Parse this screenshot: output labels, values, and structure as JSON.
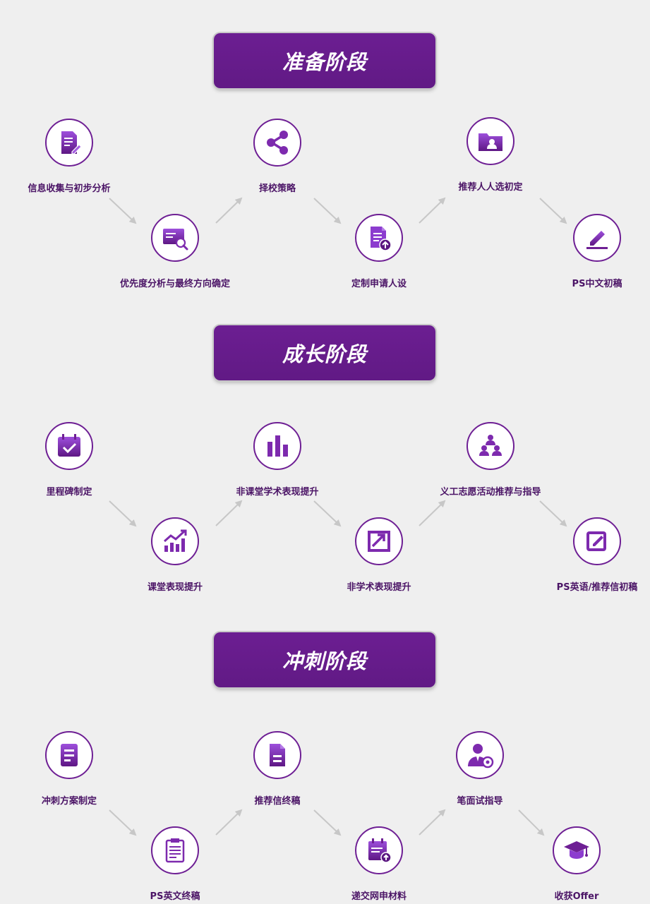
{
  "colors": {
    "primary": "#611a85",
    "accent": "#8c3ccf",
    "label": "#4b1466",
    "arrow": "#c7c7c7",
    "background": "#efefef"
  },
  "stages": [
    {
      "title": "准备阶段",
      "steps": [
        {
          "label": "信息收集与初步分析",
          "icon": "document-edit-icon"
        },
        {
          "label": "优先度分析与最终方向确定",
          "icon": "card-search-icon"
        },
        {
          "label": "择校策略",
          "icon": "share-icon"
        },
        {
          "label": "定制申请人设",
          "icon": "document-upload-icon"
        },
        {
          "label": "推荐人人选初定",
          "icon": "folder-user-icon"
        },
        {
          "label": "PS中文初稿",
          "icon": "pencil-icon"
        }
      ]
    },
    {
      "title": "成长阶段",
      "steps": [
        {
          "label": "里程碑制定",
          "icon": "calendar-check-icon"
        },
        {
          "label": "课堂表现提升",
          "icon": "chart-growth-icon"
        },
        {
          "label": "非课堂学术表现提升",
          "icon": "bar-chart-icon"
        },
        {
          "label": "非学术表现提升",
          "icon": "trend-arrow-icon"
        },
        {
          "label": "义工志愿活动推荐与指导",
          "icon": "group-icon"
        },
        {
          "label": "PS英语/推荐信初稿",
          "icon": "edit-box-icon"
        }
      ]
    },
    {
      "title": "冲刺阶段",
      "steps": [
        {
          "label": "冲刺方案制定",
          "icon": "doc-lines-icon"
        },
        {
          "label": "PS英文终稿",
          "icon": "clipboard-icon"
        },
        {
          "label": "推荐信终稿",
          "icon": "doc-fold-icon"
        },
        {
          "label": "递交网申材料",
          "icon": "calendar-upload-icon"
        },
        {
          "label": "笔面试指导",
          "icon": "user-gear-icon"
        },
        {
          "label": "收获Offer",
          "icon": "graduation-cap-icon"
        }
      ]
    }
  ]
}
